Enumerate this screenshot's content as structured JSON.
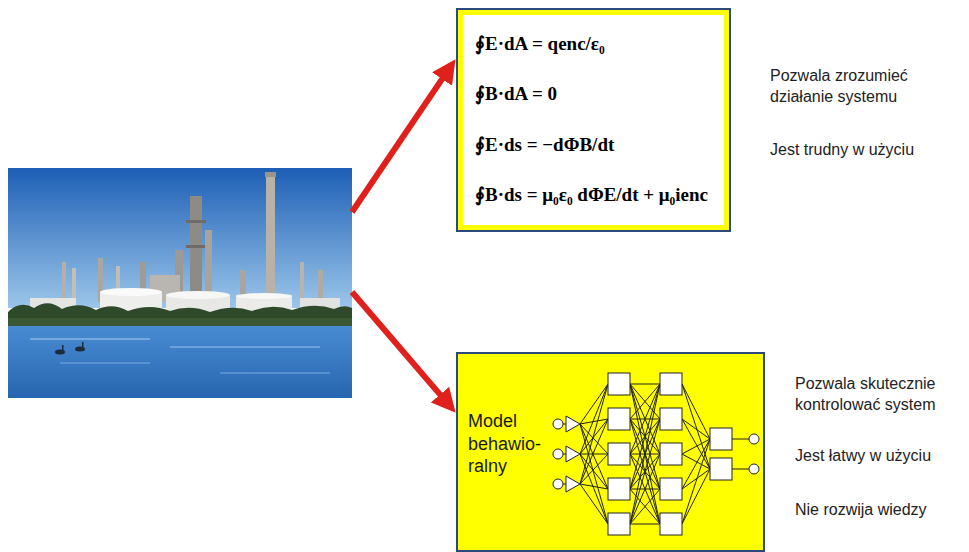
{
  "diagram": {
    "nodes": [
      {
        "text": [
          "∮E·dA = qenc/ε₀",
          "∮B·dA = 0",
          "∮E·ds = −dΦB/dt",
          "∮B·ds = μ₀ε₀ dΦE/dt + μ₀ienc"
        ]
      },
      {
        "text": [
          "Model behawio- ralny"
        ]
      }
    ],
    "labels": [
      "Pozwala zrozumieć działanie systemu",
      "Jest trudny w użyciu",
      "Pozwala skutecznie kontrolować system",
      "Jest łatwy w użyciu",
      "Nie rozwija wiedzy"
    ]
  }
}
